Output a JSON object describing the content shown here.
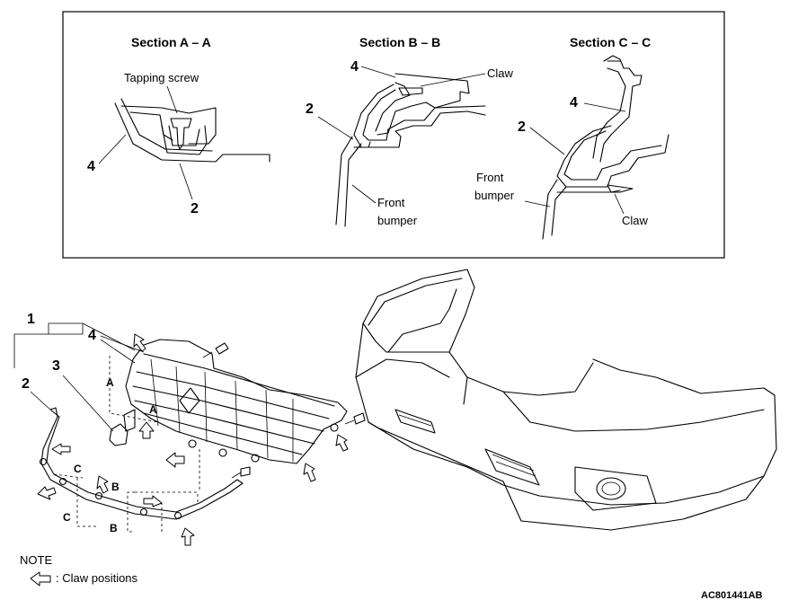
{
  "sections": {
    "a": {
      "title": "Section A – A",
      "tapping_screw": "Tapping screw",
      "n4": "4",
      "n2": "2"
    },
    "b": {
      "title": "Section B – B",
      "n4": "4",
      "n2": "2",
      "claw": "Claw",
      "front": "Front",
      "bumper": "bumper"
    },
    "c": {
      "title": "Section C – C",
      "n4": "4",
      "n2": "2",
      "front": "Front",
      "bumper": "bumper",
      "claw": "Claw"
    }
  },
  "main": {
    "n1": "1",
    "n2": "2",
    "n3": "3",
    "n4": "4",
    "A": "A",
    "B": "B",
    "C": "C"
  },
  "note": {
    "title": "NOTE",
    "legend": ": Claw positions"
  },
  "figure_id": "AC801441AB"
}
